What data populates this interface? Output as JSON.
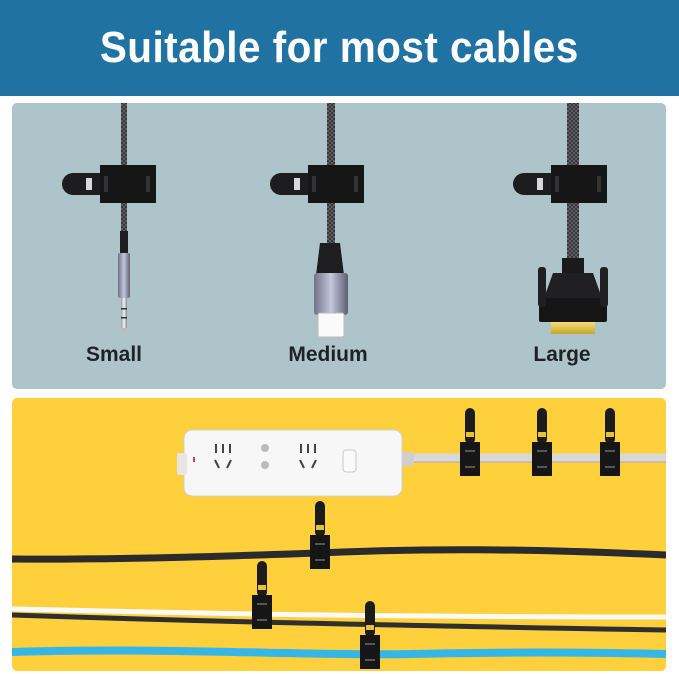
{
  "header": {
    "title": "Suitable for most cables",
    "background_color": "#1f72a2",
    "text_color": "#ffffff"
  },
  "size_panel": {
    "background_color": "#adc4ca",
    "items": [
      {
        "label": "Small",
        "connector": "3.5mm-audio-jack"
      },
      {
        "label": "Medium",
        "connector": "usb-c"
      },
      {
        "label": "Large",
        "connector": "dvi"
      }
    ]
  },
  "usage_panel": {
    "background_color": "#fdd03c",
    "objects": [
      "power-strip",
      "gray-power-cord",
      "black-cable",
      "white-cable",
      "dark-cable",
      "blue-cable"
    ],
    "clip_count": 6
  }
}
